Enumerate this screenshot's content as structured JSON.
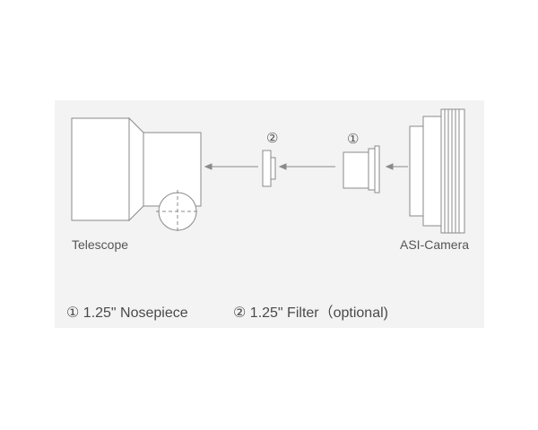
{
  "labels": {
    "telescope": "Telescope",
    "camera": "ASI-Camera",
    "marker_1": "①",
    "marker_2": "②"
  },
  "legend": {
    "item_1": "① 1.25\" Nosepiece",
    "item_2": "② 1.25\" Filter（optional)"
  },
  "colors": {
    "line": "#8a8a8a",
    "panel": "#f3f3f3",
    "text": "#4a4a4a"
  }
}
